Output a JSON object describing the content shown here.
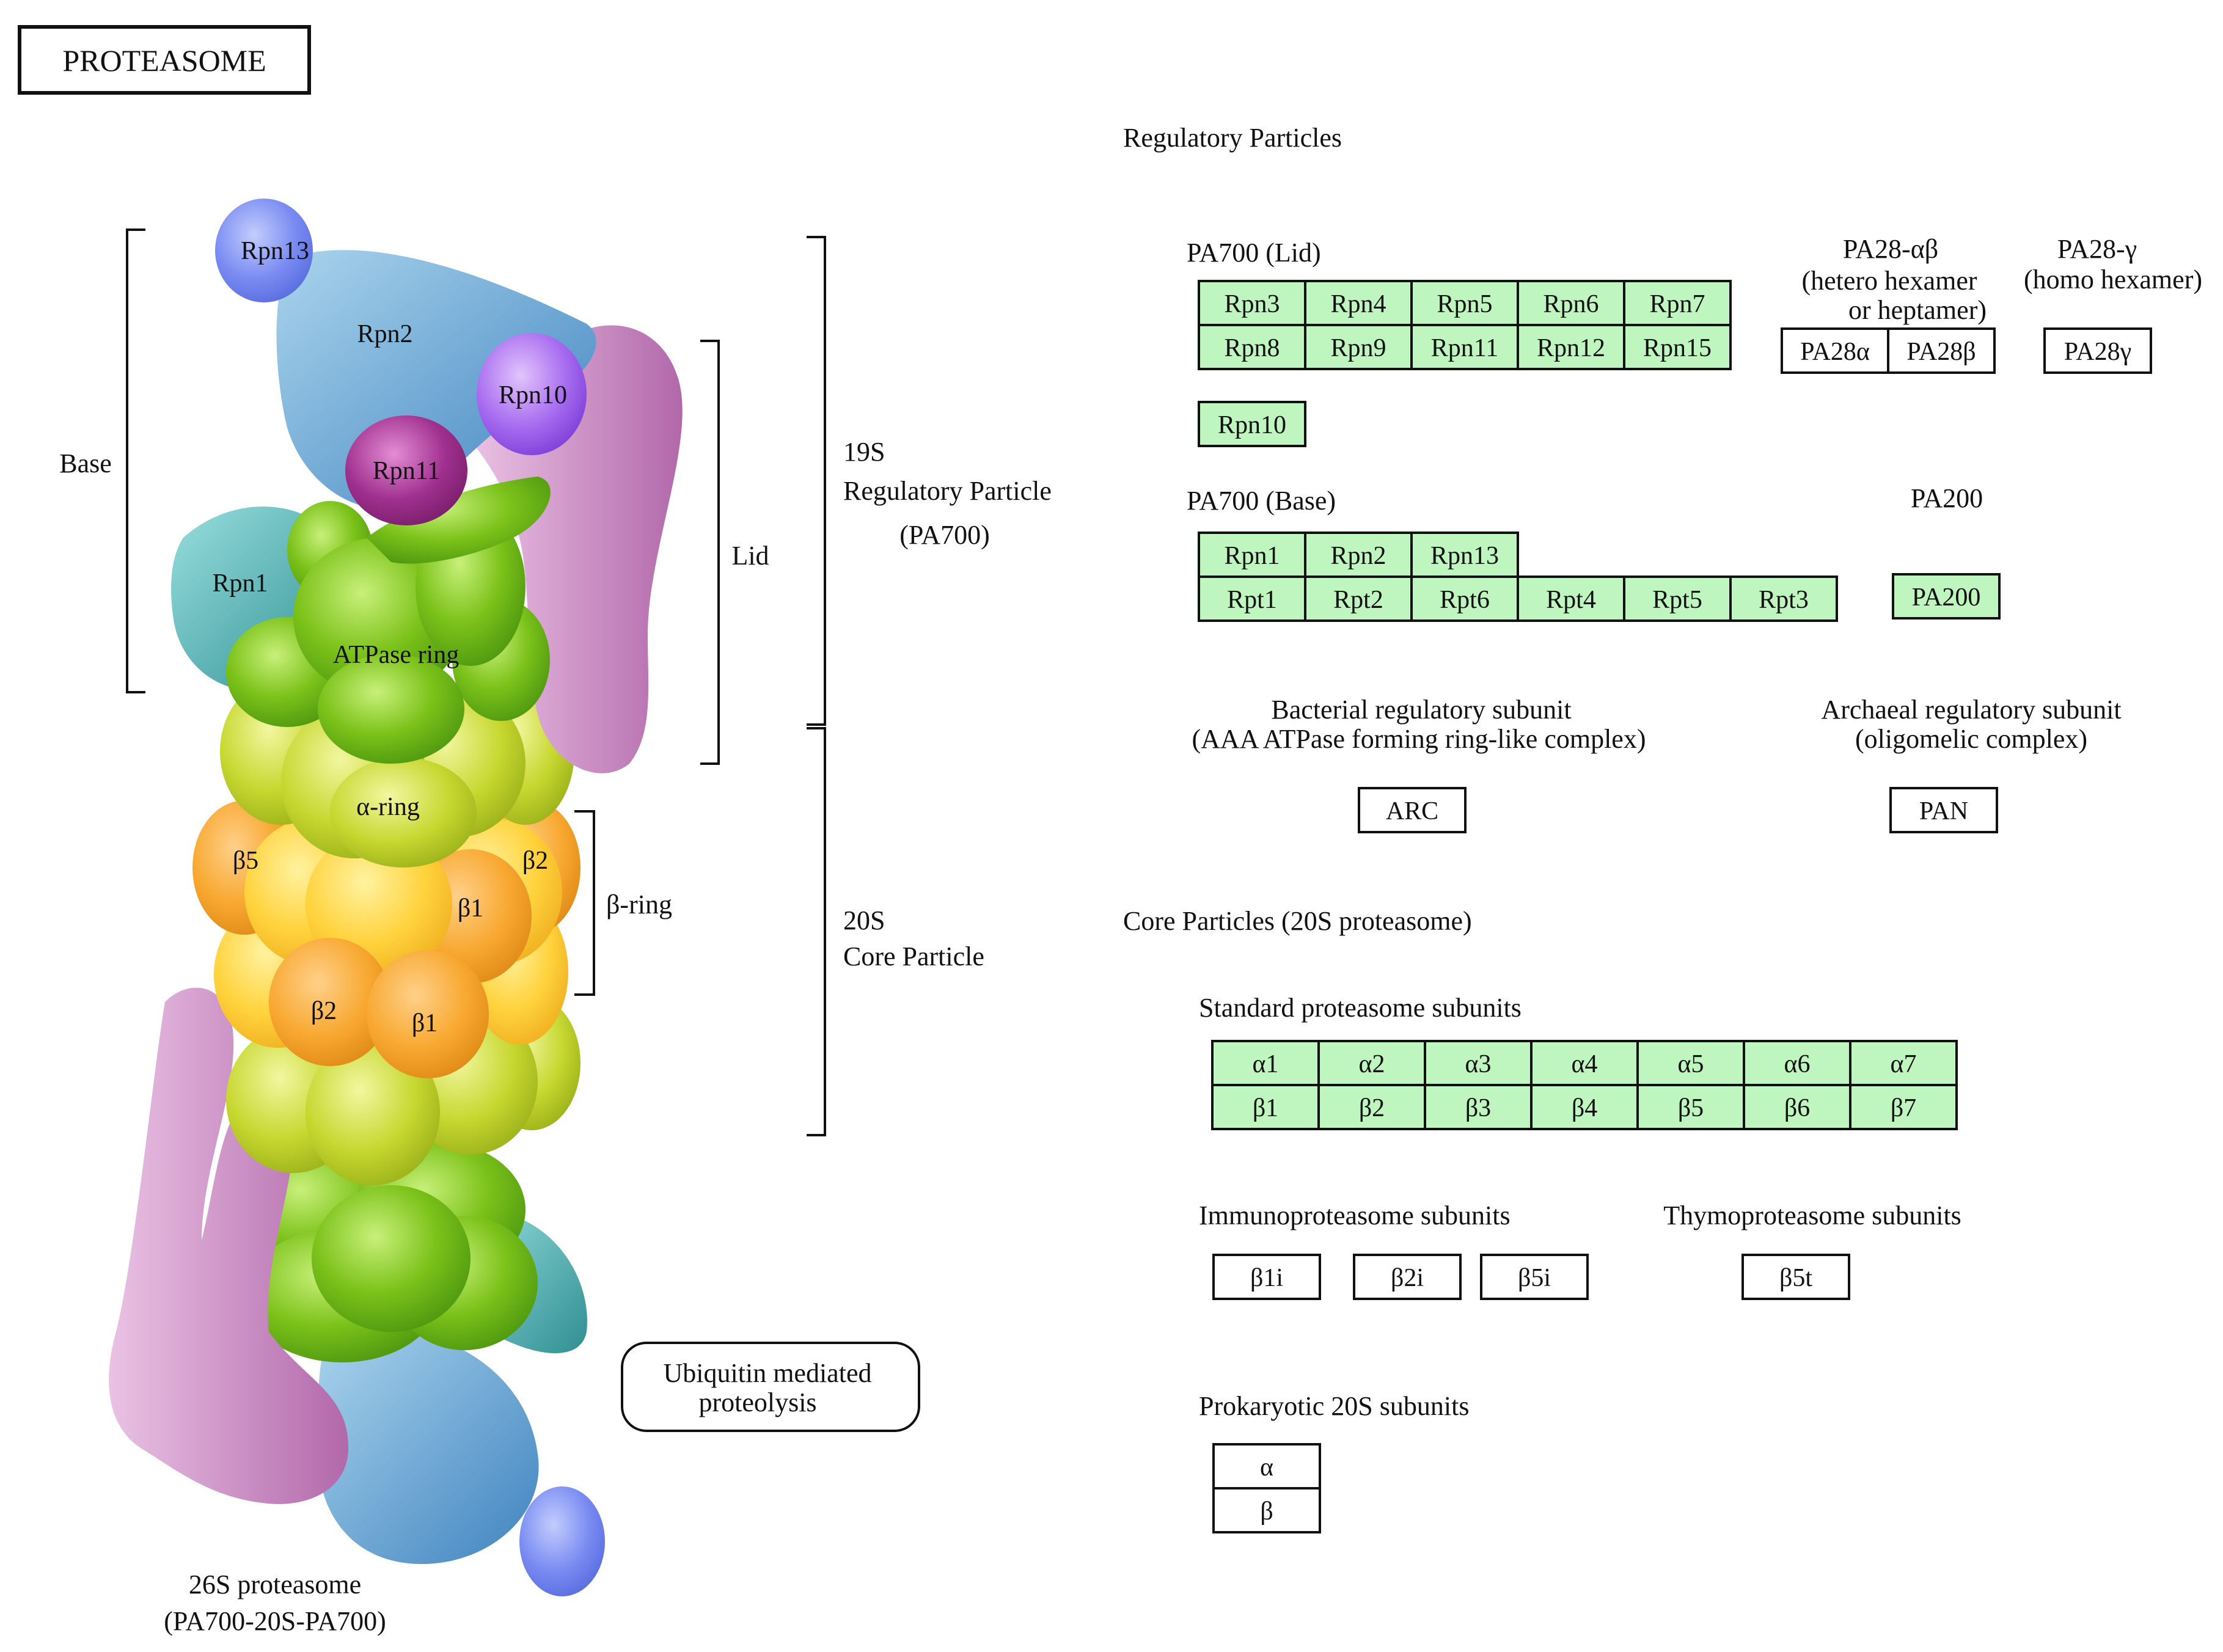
{
  "title": "PROTEASOME",
  "colors": {
    "gene_box_fill": "#bff5bf",
    "plain_box_fill": "#ffffff",
    "outline": "#111111",
    "lilac": "#c07ab8",
    "steel_blue": "#5e9ccc",
    "teal": "#4aa8a8",
    "periwinkle": "#7a8cf2",
    "violet": "#a76cf0",
    "magenta": "#a0308f",
    "green": "#7cc21a",
    "yellow_green": "#c7d730",
    "orange": "#f8a830",
    "yellow": "#ffd23c"
  },
  "model": {
    "labels": {
      "rpn13": "Rpn13",
      "rpn2": "Rpn2",
      "rpn10": "Rpn10",
      "rpn11": "Rpn11",
      "rpn1": "Rpn1",
      "atpase": "ATPase ring",
      "alpha": "α-ring",
      "b5": "β5",
      "b2_top": "β2",
      "b1_top": "β1",
      "b2_low": "β2",
      "b1_low": "β1"
    },
    "base": "Base",
    "lid": "Lid",
    "beta_ring": "β-ring",
    "p19s": [
      "19S",
      "Regulatory Particle",
      "(PA700)"
    ],
    "p20s": [
      "20S",
      "Core Particle"
    ],
    "ubiquitin": [
      "Ubiquitin mediated",
      "proteolysis"
    ],
    "caption": [
      "26S proteasome",
      "(PA700-20S-PA700)"
    ]
  },
  "regulatory": {
    "heading": "Regulatory Particles",
    "lid_heading": "PA700 (Lid)",
    "lid_row1": [
      "Rpn3",
      "Rpn4",
      "Rpn5",
      "Rpn6",
      "Rpn7"
    ],
    "lid_row2": [
      "Rpn8",
      "Rpn9",
      "Rpn11",
      "Rpn12",
      "Rpn15"
    ],
    "lid_extra": "Rpn10",
    "pa28ab_heading": [
      "PA28-αβ",
      "(hetero hexamer",
      "or heptamer)"
    ],
    "pa28ab_boxes": [
      "PA28α",
      "PA28β"
    ],
    "pa28g_heading": [
      "PA28-γ",
      "(homo hexamer)"
    ],
    "pa28g_box": "PA28γ",
    "base_heading": "PA700 (Base)",
    "base_row1": [
      "Rpn1",
      "Rpn2",
      "Rpn13"
    ],
    "base_row2": [
      "Rpt1",
      "Rpt2",
      "Rpt6",
      "Rpt4",
      "Rpt5",
      "Rpt3"
    ],
    "pa200_heading": "PA200",
    "pa200_box": "PA200",
    "bacterial_heading": [
      "Bacterial regulatory subunit",
      "(AAA ATPase forming ring-like complex)"
    ],
    "bacterial_box": "ARC",
    "archaeal_heading": [
      "Archaeal regulatory subunit",
      "(oligomelic complex)"
    ],
    "archaeal_box": "PAN"
  },
  "core": {
    "heading": "Core Particles (20S proteasome)",
    "standard_heading": "Standard proteasome subunits",
    "alpha_row": [
      "α1",
      "α2",
      "α3",
      "α4",
      "α5",
      "α6",
      "α7"
    ],
    "beta_row": [
      "β1",
      "β2",
      "β3",
      "β4",
      "β5",
      "β6",
      "β7"
    ],
    "immuno_heading": "Immunoproteasome subunits",
    "immuno_boxes": [
      "β1i",
      "β2i",
      "β5i"
    ],
    "thymo_heading": "Thymoproteasome subunits",
    "thymo_box": "β5t",
    "prok_heading": "Prokaryotic 20S subunits",
    "prok_boxes": [
      "α",
      "β"
    ]
  }
}
